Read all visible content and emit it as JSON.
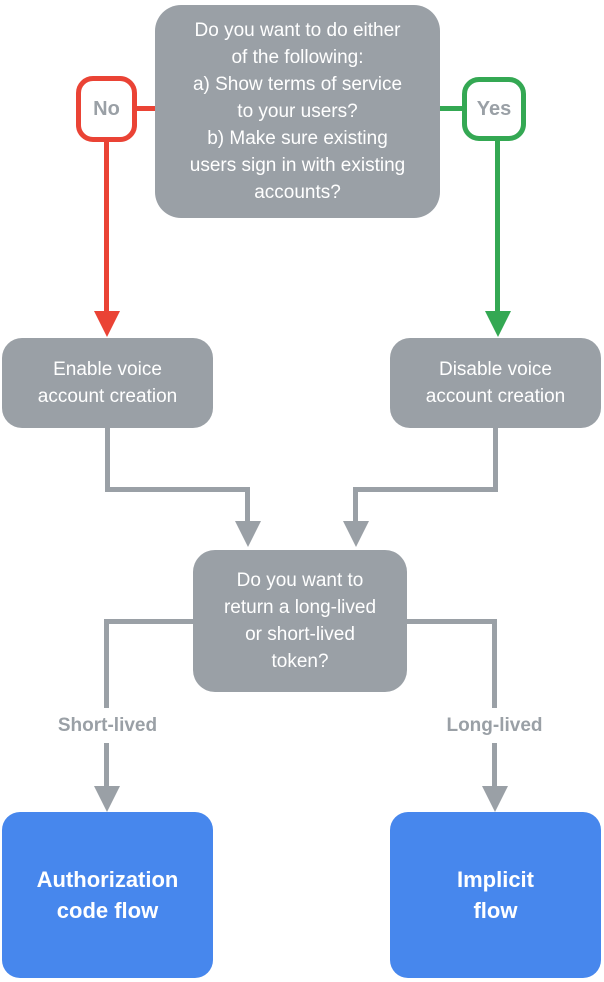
{
  "flowchart": {
    "colors": {
      "gray": "#9AA0A6",
      "red": "#EA4335",
      "green": "#34A853",
      "blue": "#4787ED",
      "white": "#FFFFFF"
    },
    "nodes": {
      "question1": "Do you want to do either\nof the following:\na) Show terms of service\nto your users?\nb) Make sure existing\nusers sign in with existing\naccounts?",
      "enable": "Enable voice\naccount creation",
      "disable": "Disable voice\naccount creation",
      "question2": "Do you want to\nreturn a long-lived\nor short-lived\ntoken?",
      "auth": "Authorization\ncode flow",
      "implicit": "Implicit\nflow"
    },
    "edge_labels": {
      "no": "No",
      "yes": "Yes",
      "short": "Short-lived",
      "long": "Long-lived"
    }
  }
}
